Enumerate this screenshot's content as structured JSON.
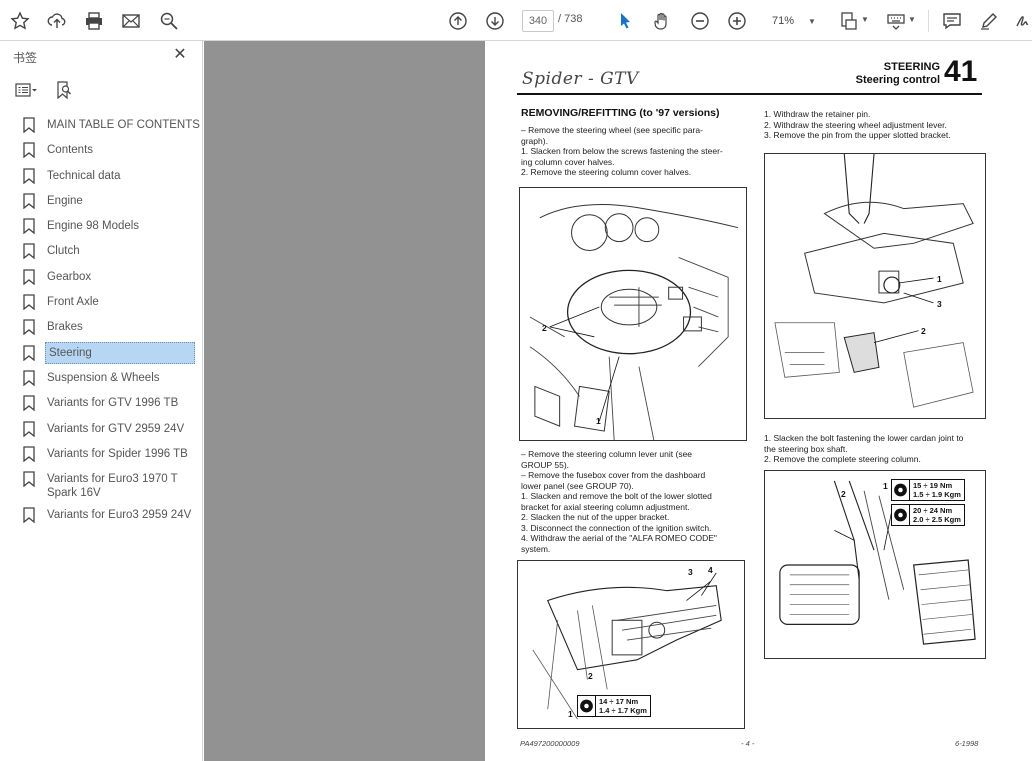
{
  "toolbar": {
    "page_current": "340",
    "page_total": "/ 738",
    "zoom": "71%",
    "icons": [
      "bookmark-add-icon",
      "upload-icon",
      "print-icon",
      "email-icon",
      "zoom-search-icon",
      "page-up-icon",
      "page-down-icon",
      "select-cursor-icon",
      "hand-icon",
      "zoom-out-icon",
      "zoom-in-icon",
      "fit-page-icon",
      "keyboard-icon",
      "comment-icon",
      "pen-icon",
      "sign-icon"
    ]
  },
  "sidebar": {
    "title": "书签",
    "bookmarks": [
      {
        "label": "MAIN TABLE OF CONTENTS"
      },
      {
        "label": "Contents"
      },
      {
        "label": "Technical data"
      },
      {
        "label": "Engine"
      },
      {
        "label": "Engine 98 Models"
      },
      {
        "label": "Clutch"
      },
      {
        "label": "Gearbox"
      },
      {
        "label": "Front Axle"
      },
      {
        "label": "Brakes"
      },
      {
        "label": "Steering",
        "selected": true
      },
      {
        "label": "Suspension & Wheels"
      },
      {
        "label": "Variants for GTV 1996 TB"
      },
      {
        "label": "Variants for GTV 2959 24V"
      },
      {
        "label": "Variants for Spider 1996 TB"
      },
      {
        "label": "Variants for Euro3 1970 T\nSpark 16V"
      },
      {
        "label": "Variants for Euro3 2959 24V"
      }
    ]
  },
  "page": {
    "logo": "Spider - GTV",
    "section_title_1": "STEERING",
    "section_title_2": "Steering control",
    "section_number": "41",
    "heading": "REMOVING/REFITTING (to '97 versions)",
    "col1_text_a": "– Remove the steering wheel (see specific para-\ngraph).\n1. Slacken from below the screws fastening the steer-\ning column cover halves.\n2. Remove the steering column cover halves.",
    "col1_text_b": "– Remove the steering column lever unit (see\nGROUP 55).\n– Remove the fusebox cover from the dashboard\nlower panel (see GROUP 70).\n1. Slacken and remove the bolt of the lower slotted\nbracket for axial steering column adjustment.\n2. Slacken the nut of the upper bracket.\n3. Disconnect the connection of the ignition switch.\n4. Withdraw the aerial of the \"ALFA ROMEO CODE\"\nsystem.",
    "col2_text_a": "1. Withdraw the retainer pin.\n2. Withdraw the steering wheel adjustment lever.\n3. Remove the pin from the upper slotted bracket.",
    "col2_text_b": "1. Slacken the bolt fastening the lower cardan joint to\nthe steering box shaft.\n2. Remove the complete steering column.",
    "torque_1": "14 ÷ 17 Nm\n1.4 ÷ 1.7 Kgm",
    "torque_2": "15 ÷ 19 Nm\n1.5 ÷ 1.9 Kgm",
    "torque_3": "20 ÷ 24 Nm\n2.0 ÷ 2.5 Kgm",
    "callouts": {
      "fig1_a": "2",
      "fig1_b": "1",
      "fig2_a": "1",
      "fig2_b": "3",
      "fig2_c": "2",
      "fig3_a": "3",
      "fig3_b": "4",
      "fig3_c": "2",
      "fig3_d": "1",
      "fig4_a": "1",
      "fig4_b": "2"
    },
    "footer_left": "PA497200000009",
    "footer_center": "- 4 -",
    "footer_right": "6-1998"
  }
}
